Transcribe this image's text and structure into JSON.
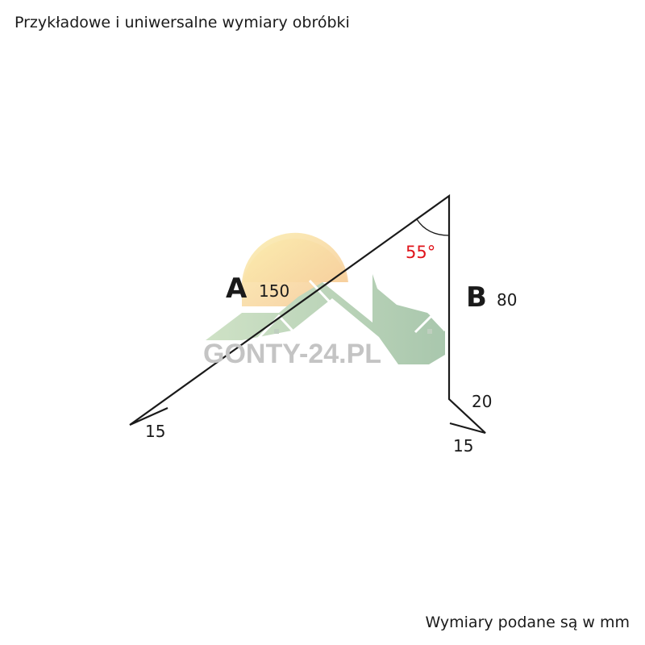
{
  "title": "Przykładowe i uniwersalne wymiary obróbki",
  "footer": "Wymiary podane są w mm",
  "watermark": "GONTY-24.PL",
  "labels": {
    "side_a": "A",
    "side_a_value": "150",
    "side_b": "B",
    "side_b_value": "80",
    "angle": "55°",
    "hem_left": "15",
    "bend_bottom": "20",
    "hem_right": "15"
  },
  "colors": {
    "angle": "#e0141b",
    "line": "#1a1a1a"
  }
}
